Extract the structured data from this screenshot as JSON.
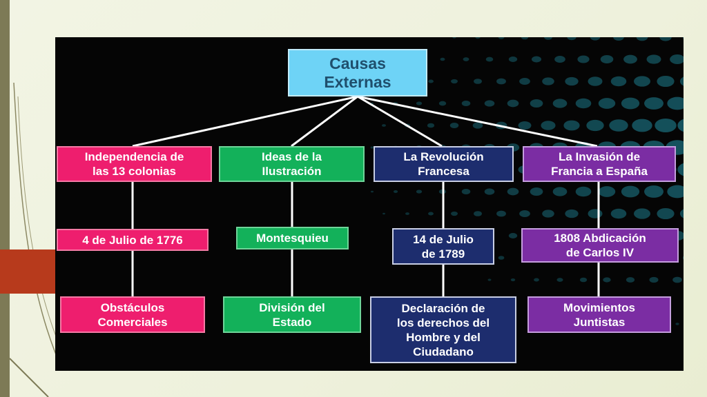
{
  "slide": {
    "accent_color": "#b73a1c",
    "strip_color": "#7d7a56"
  },
  "diagram": {
    "root": {
      "label": "Causas\nExternas",
      "color": "#6ed3f6"
    },
    "branches": [
      {
        "title": "Independencia de\nlas 13 colonias",
        "date": "4 de Julio de 1776",
        "result": "Obstáculos\nComerciales",
        "color": "#ee1e6e"
      },
      {
        "title": "Ideas de la\nIlustración",
        "date": "Montesquieu",
        "result": "División del\nEstado",
        "color": "#13b15a"
      },
      {
        "title": "La Revolución\nFrancesa",
        "date": "14 de Julio\nde 1789",
        "result": "Declaración de\nlos derechos del\nHombre y del\nCiudadano",
        "color": "#1d2d6e"
      },
      {
        "title": "La Invasión de\nFrancia a España",
        "date": "1808 Abdicación\nde Carlos IV",
        "result": "Movimientos\nJuntistas",
        "color": "#7b2da3"
      }
    ]
  }
}
